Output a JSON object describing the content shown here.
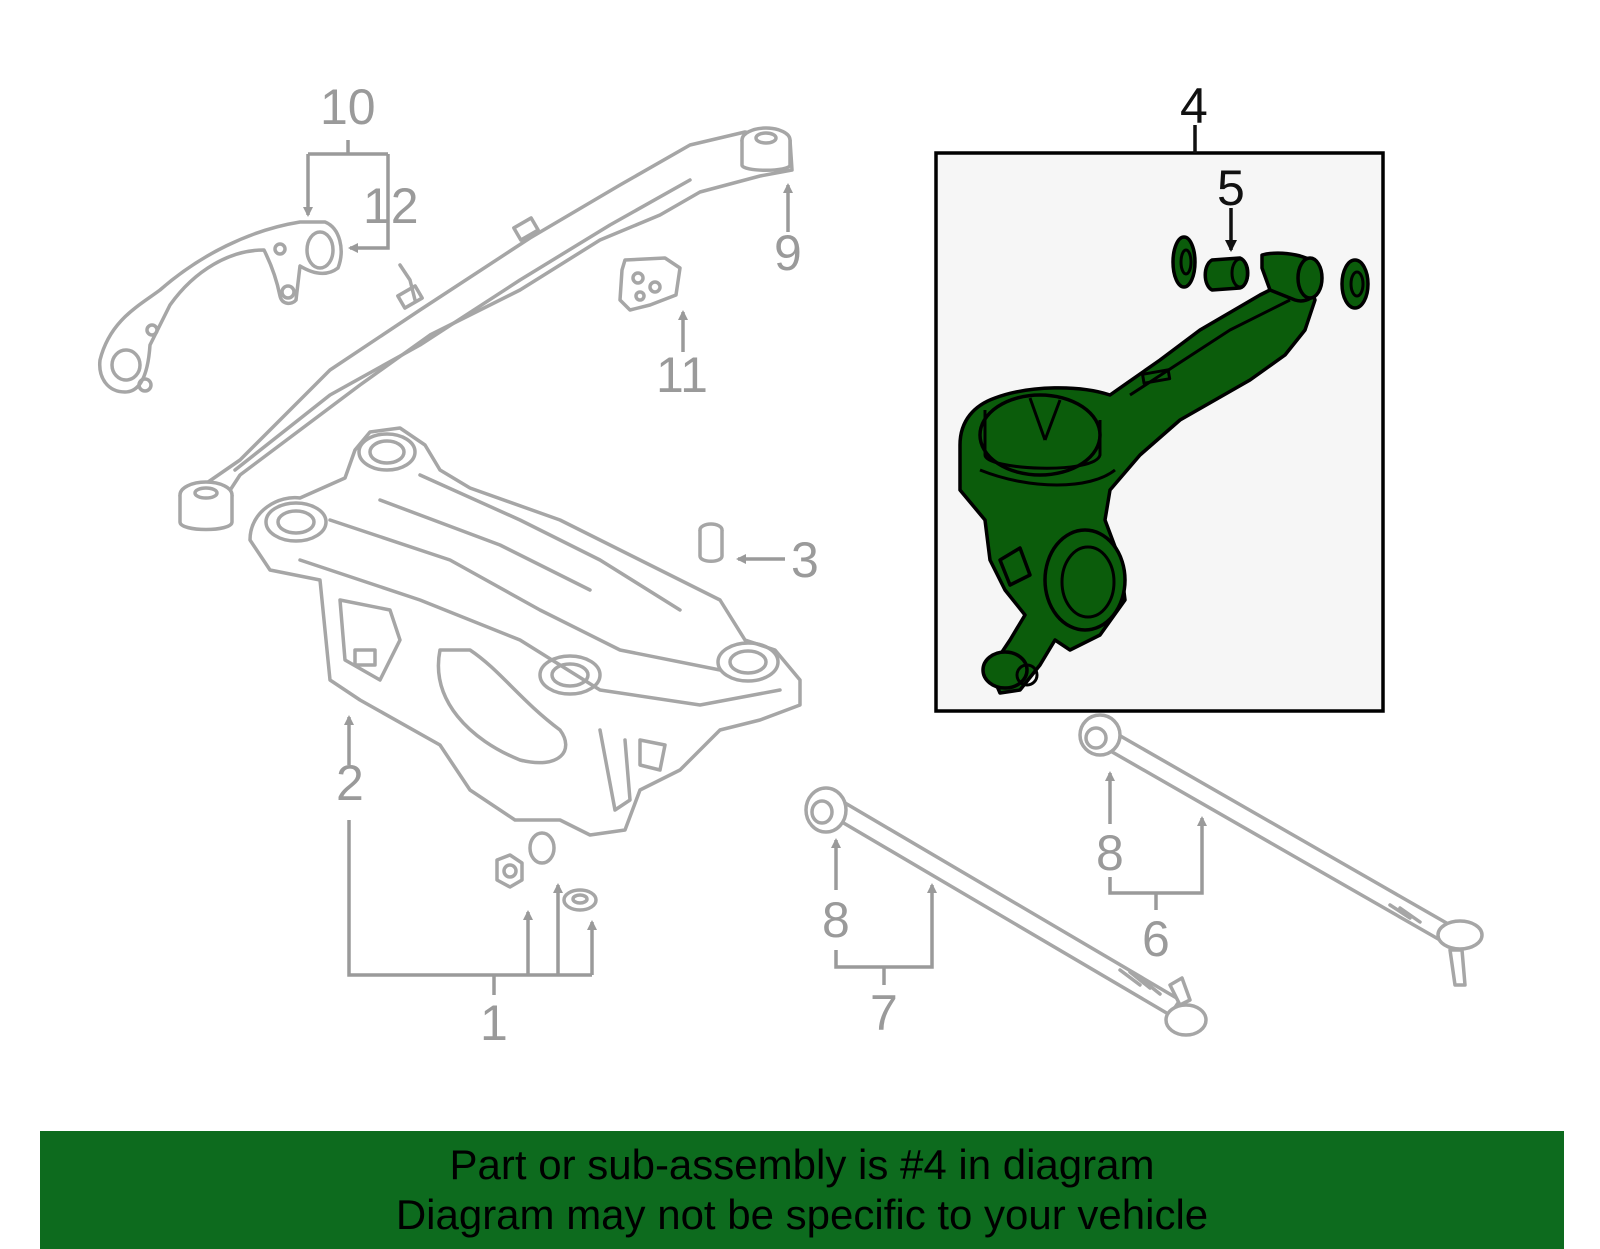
{
  "callouts": {
    "c1": "1",
    "c2": "2",
    "c3": "3",
    "c4": "4",
    "c5": "5",
    "c6": "6",
    "c7": "7",
    "c8a": "8",
    "c8b": "8",
    "c9": "9",
    "c10": "10",
    "c11": "11",
    "c12": "12"
  },
  "banner": {
    "line1": "Part or sub-assembly is #4 in diagram",
    "line2": "Diagram may not be specific to your vehicle"
  },
  "colors": {
    "highlight_part": "#0b5c0b",
    "banner_background": "#0d6b1e",
    "other_parts": "#a6a6a6"
  }
}
